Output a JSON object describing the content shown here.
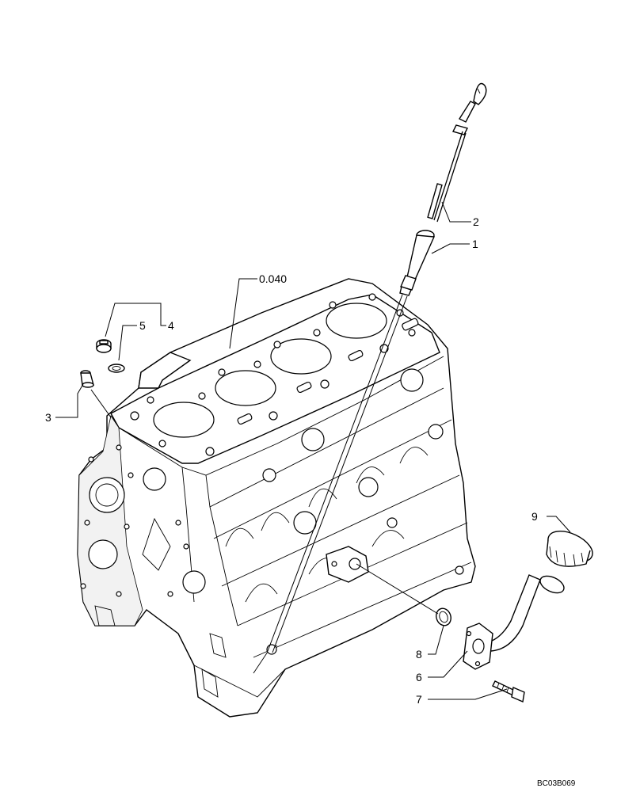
{
  "diagram": {
    "callouts": {
      "c1": "1",
      "c2": "2",
      "c3": "3",
      "c4": "4",
      "c5": "5",
      "c6": "6",
      "c7": "7",
      "c8": "8",
      "c9": "9",
      "block_ref": "0.040"
    },
    "drawing_code": "BC03B069"
  }
}
